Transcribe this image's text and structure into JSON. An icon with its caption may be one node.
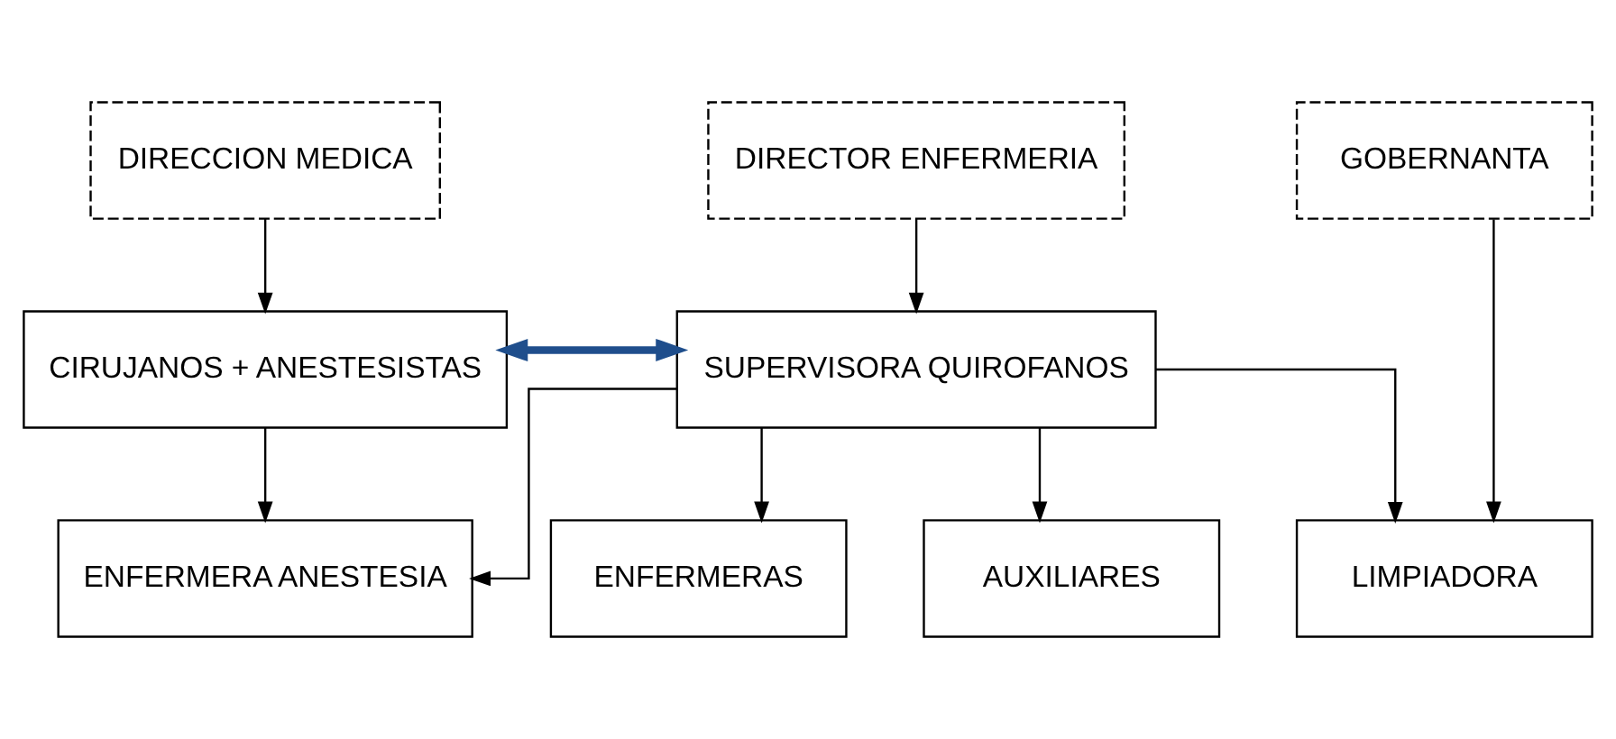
{
  "diagram": {
    "nodes": [
      {
        "text": [
          "DIRECCION MEDICA"
        ]
      },
      {
        "text": [
          "DIRECTOR ENFERMERIA"
        ]
      },
      {
        "text": [
          "GOBERNANTA"
        ]
      },
      {
        "text": [
          "CIRUJANOS + ANESTESISTAS"
        ]
      },
      {
        "text": [
          "SUPERVISORA QUIROFANOS"
        ]
      },
      {
        "text": [
          "ENFERMERA ANESTESIA"
        ]
      },
      {
        "text": [
          "ENFERMERAS"
        ]
      },
      {
        "text": [
          "AUXILIARES"
        ]
      },
      {
        "text": [
          "LIMPIADORA"
        ]
      }
    ],
    "edges": [
      {
        "from": 0,
        "to": 3,
        "arrow": "to"
      },
      {
        "from": 1,
        "to": 4,
        "arrow": "to"
      },
      {
        "from": 2,
        "to": 8,
        "arrow": "to"
      },
      {
        "from": 3,
        "to": 4,
        "arrow": "both",
        "style": "thick",
        "color": "#1f4e8c"
      },
      {
        "from": 3,
        "to": 5,
        "arrow": "to"
      },
      {
        "from": 4,
        "to": 5,
        "arrow": "to"
      },
      {
        "from": 4,
        "to": 6,
        "arrow": "to"
      },
      {
        "from": 4,
        "to": 7,
        "arrow": "to"
      },
      {
        "from": 4,
        "to": 8,
        "arrow": "to"
      }
    ]
  }
}
